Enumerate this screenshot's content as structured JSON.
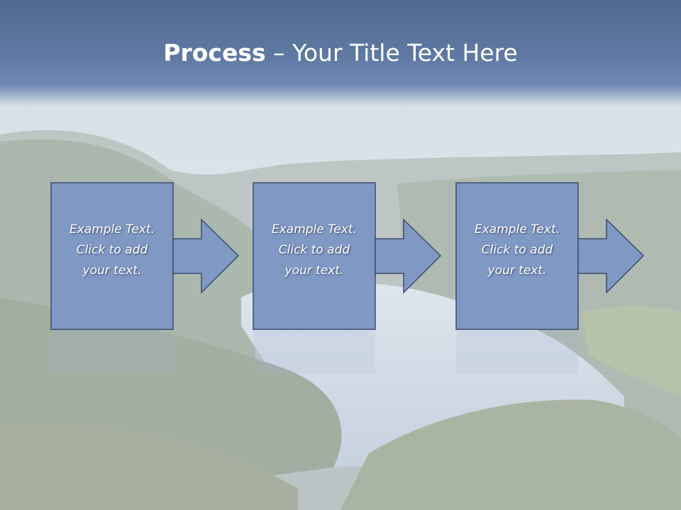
{
  "title": {
    "bold": "Process",
    "rest": " – Your Title Text Here"
  },
  "steps": [
    {
      "lines": [
        "Example Text.",
        "Click  to add",
        "your text."
      ]
    },
    {
      "lines": [
        "Example Text.",
        "Click  to add",
        "your text."
      ]
    },
    {
      "lines": [
        "Example Text.",
        "Click  to add",
        "your text."
      ]
    }
  ],
  "colors": {
    "title_band": "#5f7aa3",
    "shape_fill": "#7f98c4",
    "shape_stroke": "#3b4d6e",
    "text": "#ffffff"
  }
}
